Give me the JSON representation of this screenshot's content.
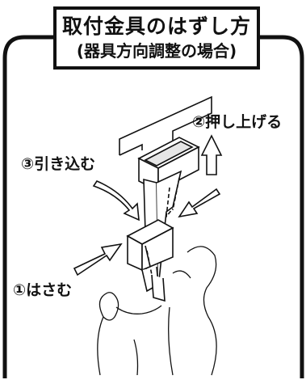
{
  "title": {
    "line1": "取付金具のはずし方",
    "line2": "(器具方向調整の場合)"
  },
  "steps": [
    {
      "label": "①はさむ"
    },
    {
      "label": "②押し上げる"
    },
    {
      "label": "③引き込む"
    }
  ],
  "colors": {
    "line": "#111111",
    "background": "#ffffff"
  }
}
